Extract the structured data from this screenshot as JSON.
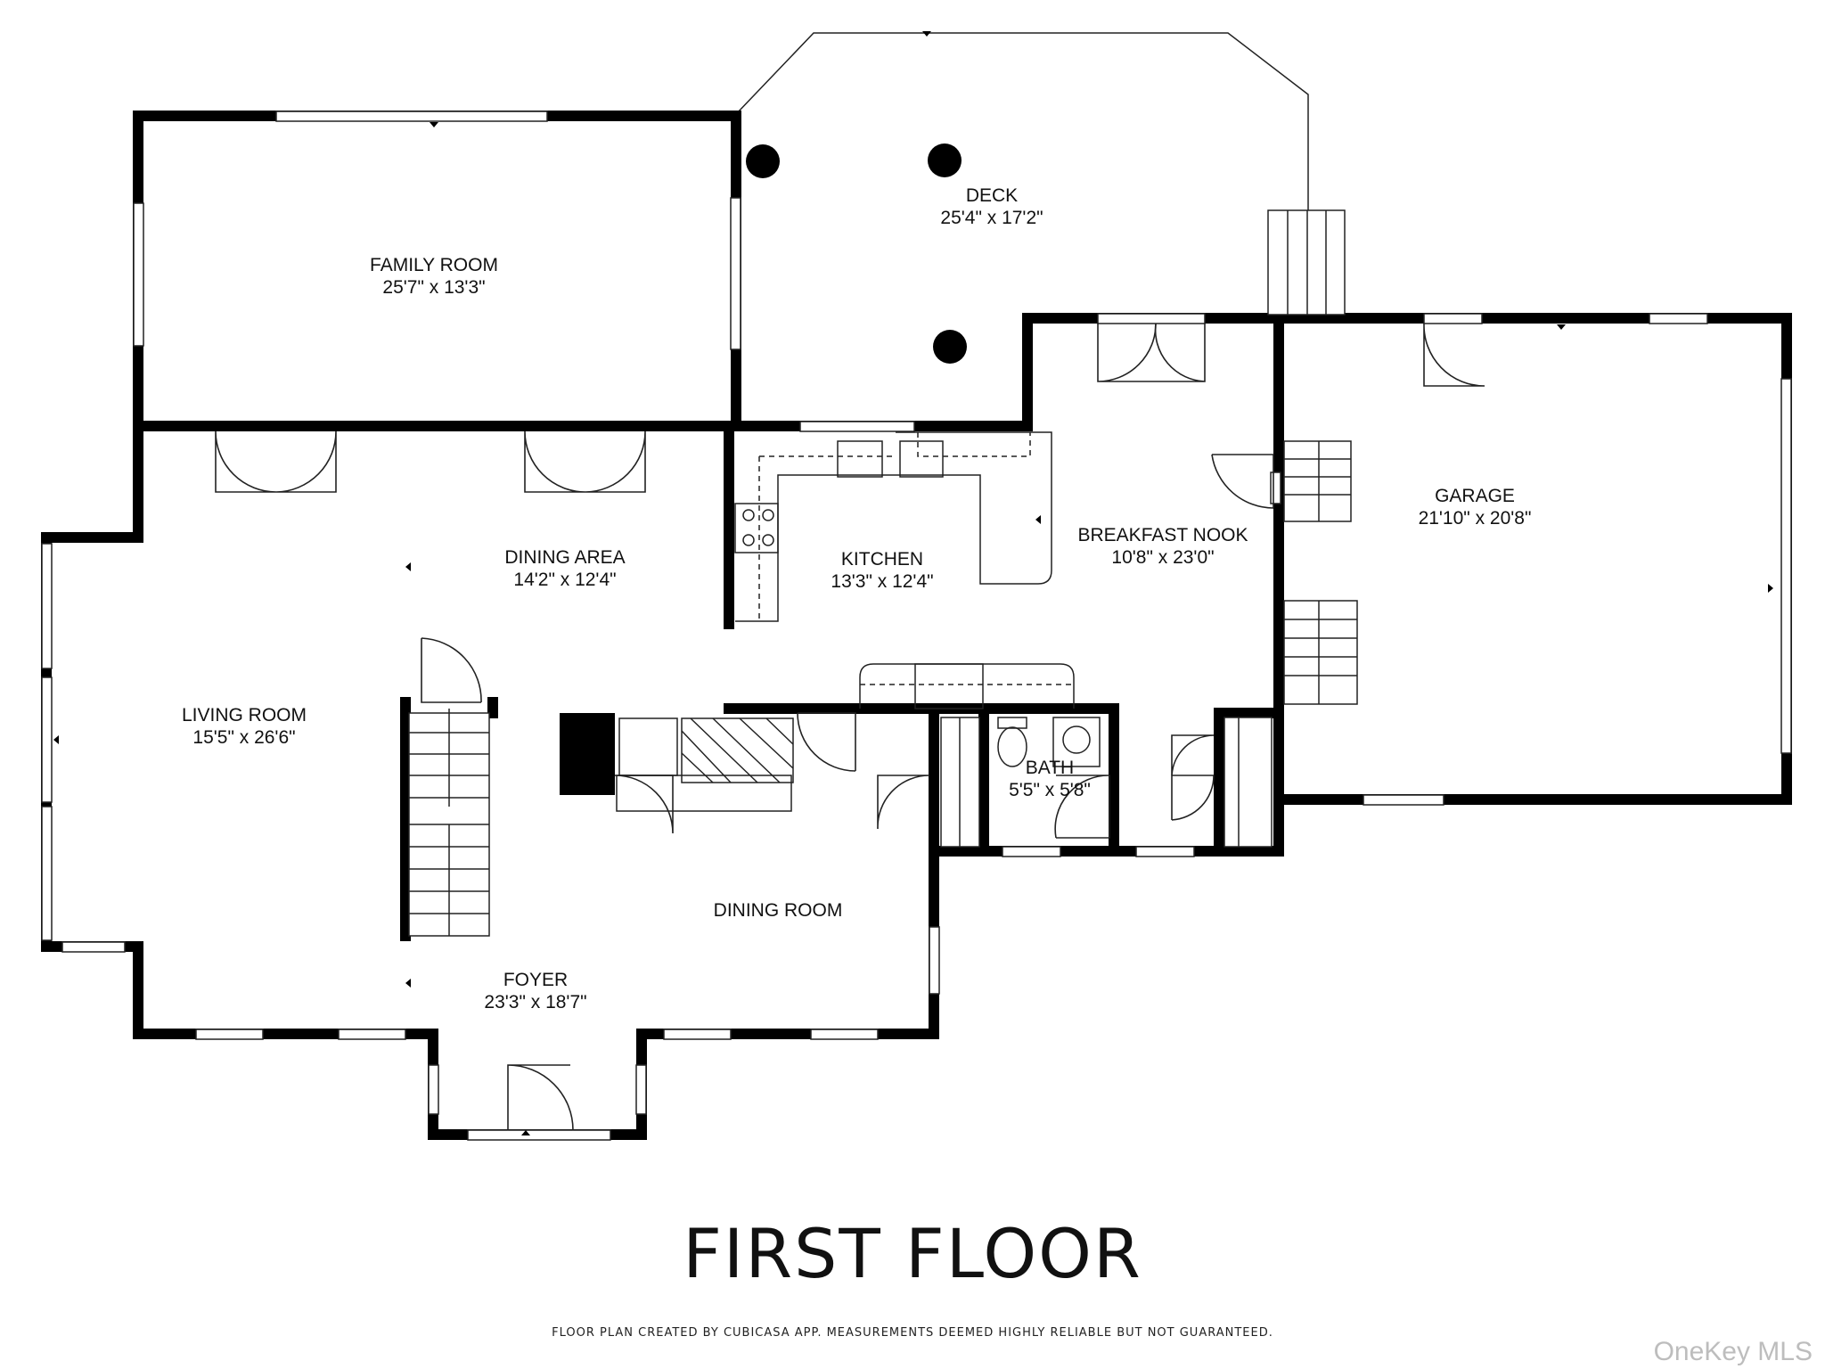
{
  "plan": {
    "rooms": [
      {
        "id": "family-room",
        "name": "FAMILY ROOM",
        "dims": "25'7\" x 13'3\""
      },
      {
        "id": "deck",
        "name": "DECK",
        "dims": "25'4\" x 17'2\""
      },
      {
        "id": "dining-area",
        "name": "DINING AREA",
        "dims": "14'2\" x 12'4\""
      },
      {
        "id": "kitchen",
        "name": "KITCHEN",
        "dims": "13'3\" x 12'4\""
      },
      {
        "id": "breakfast-nook",
        "name": "BREAKFAST NOOK",
        "dims": "10'8\" x 23'0\""
      },
      {
        "id": "garage",
        "name": "GARAGE",
        "dims": "21'10\" x 20'8\""
      },
      {
        "id": "living-room",
        "name": "LIVING ROOM",
        "dims": "15'5\" x 26'6\""
      },
      {
        "id": "bath",
        "name": "BATH",
        "dims": "5'5\" x 5'8\""
      },
      {
        "id": "dining-room",
        "name": "DINING ROOM",
        "dims": ""
      },
      {
        "id": "foyer",
        "name": "FOYER",
        "dims": "23'3\" x 18'7\""
      }
    ]
  },
  "title": "FIRST FLOOR",
  "footer": "FLOOR PLAN CREATED BY CUBICASA APP. MEASUREMENTS DEEMED HIGHLY RELIABLE BUT NOT GUARANTEED.",
  "watermark": "OneKey MLS"
}
